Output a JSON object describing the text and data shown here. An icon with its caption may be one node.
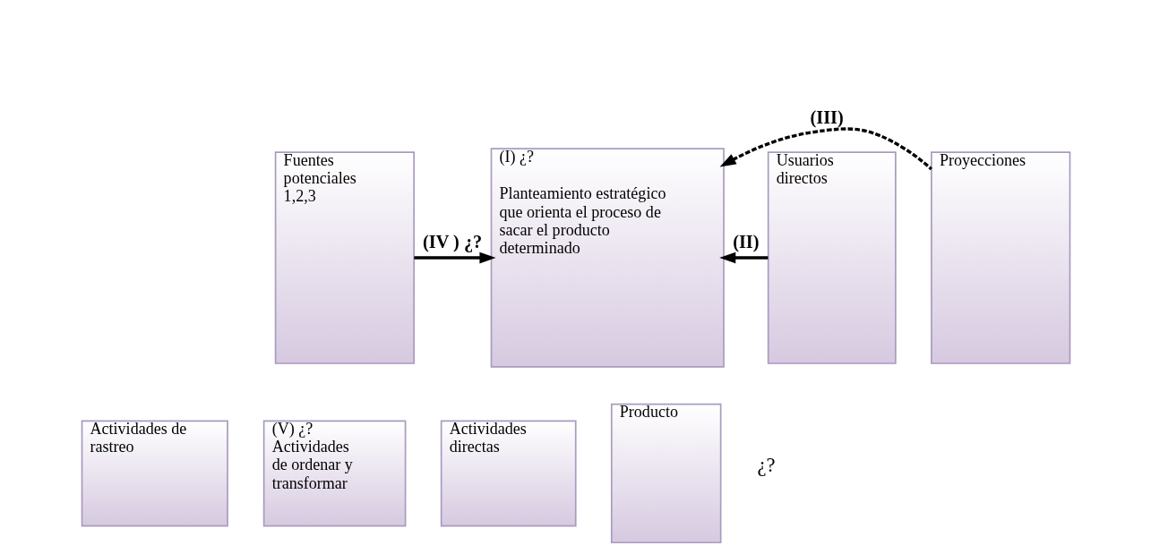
{
  "diagram": {
    "nodes": [
      {
        "text": [
          "Fuentes potenciales 1,2,3"
        ]
      },
      {
        "text": [
          "(I) ¿?",
          "Planteamiento estratégico que orienta el proceso de sacar el producto determinado"
        ]
      },
      {
        "text": [
          "Producto"
        ]
      },
      {
        "text": [
          "Usuarios directos"
        ]
      },
      {
        "text": [
          "Proyecciones"
        ]
      },
      {
        "text": [
          "Actividades de rastreo"
        ]
      },
      {
        "text": [
          "(V) ¿? Actividades de ordenar y transformar"
        ]
      },
      {
        "text": [
          "Actividades directas"
        ]
      }
    ],
    "edges": [
      {
        "from": 0,
        "to": 1,
        "arrow": "to",
        "label": "(IV ) ¿?"
      },
      {
        "from": 3,
        "to": 1,
        "arrow": "to",
        "label": "(II)"
      },
      {
        "from": 4,
        "to": 1,
        "arrow": "to",
        "label": "(III)",
        "style": "dashed"
      }
    ],
    "labels": [
      "¿?"
    ]
  }
}
